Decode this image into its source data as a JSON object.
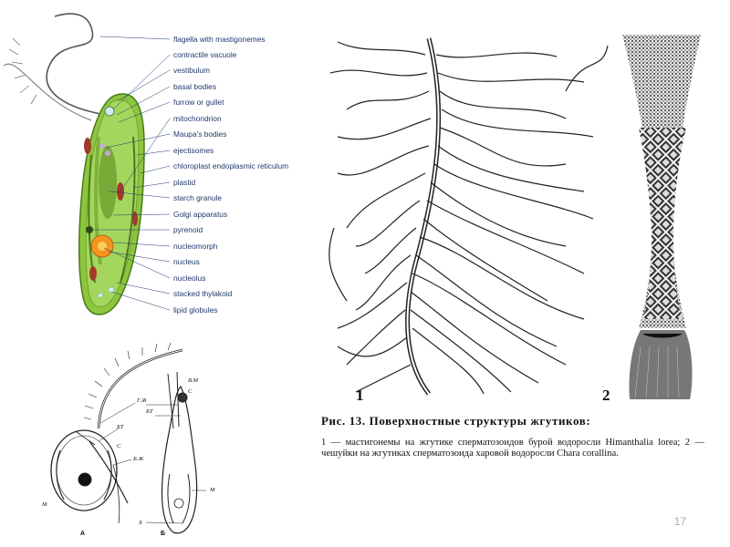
{
  "euglena_labels": [
    "flagella with mastigonemes",
    "contractile vacuole",
    "vestibulum",
    "basal bodies",
    "furrow or gullet",
    "mitochondrion",
    "Maupa's bodies",
    "ejectisomes",
    "chloroplast endoplasmic reticulum",
    "plastid",
    "starch granule",
    "Golgi apparatus",
    "pyrenoid",
    "nucleomorph",
    "nucleus",
    "nucleolus",
    "stacked thylakoid",
    "lipid globules"
  ],
  "panel_numbers": {
    "panel1": "1",
    "panel2": "2"
  },
  "caption": {
    "title": "Рис. 13. Поверхностные структуры жгутиков:",
    "body": "1 — мастигонемы на жгутике сперматозоидов бурой водоросли Himanthalia lorea; 2 — чешуйки на жгутиках сперматозоида харовой водоросли Chara corallina."
  },
  "sketch_labels": {
    "gzh": "Г.Ж",
    "bt_a": "БТ",
    "s_a": "С",
    "bzh": "Б.Ж",
    "m_a": "М",
    "x": "Х",
    "vm": "В.М",
    "s_b": "С",
    "bt_b": "БТ",
    "m_b": "М",
    "a": "А",
    "b": "Б"
  },
  "page_number": "17",
  "colors": {
    "cell_green": "#8cc63f",
    "cell_border": "#4a7a1c",
    "label_blue": "#1f3a6e",
    "nucleus_orange": "#f7941d"
  }
}
